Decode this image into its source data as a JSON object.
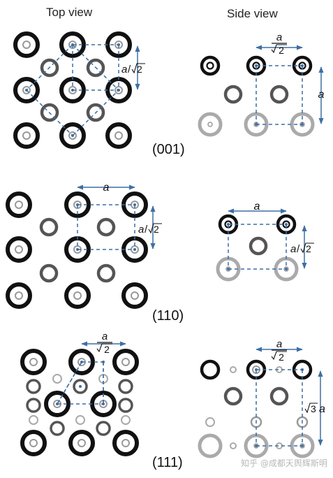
{
  "headers": {
    "top_view": "Top view",
    "side_view": "Side view"
  },
  "panels": [
    {
      "label": "(001)",
      "top_dims": [
        {
          "num": "a",
          "sqrt": "2"
        }
      ],
      "side_dims": [
        {
          "num": "a",
          "sqrt": "2"
        },
        {
          "num": "a"
        }
      ]
    },
    {
      "label": "(110)",
      "top_dims": [
        {
          "num": "a"
        },
        {
          "num": "a",
          "sqrt": "2"
        }
      ],
      "side_dims": [
        {
          "num": "a"
        },
        {
          "num": "a",
          "sqrt": "2"
        }
      ]
    },
    {
      "label": "(111)",
      "top_dims": [
        {
          "num": "a",
          "sqrt": "2"
        }
      ],
      "side_dims": [
        {
          "num": "a",
          "sqrt": "2"
        },
        {
          "num": "a",
          "sqrt": "3"
        }
      ]
    }
  ],
  "watermark": "知乎 @成都天舆辉斯明"
}
